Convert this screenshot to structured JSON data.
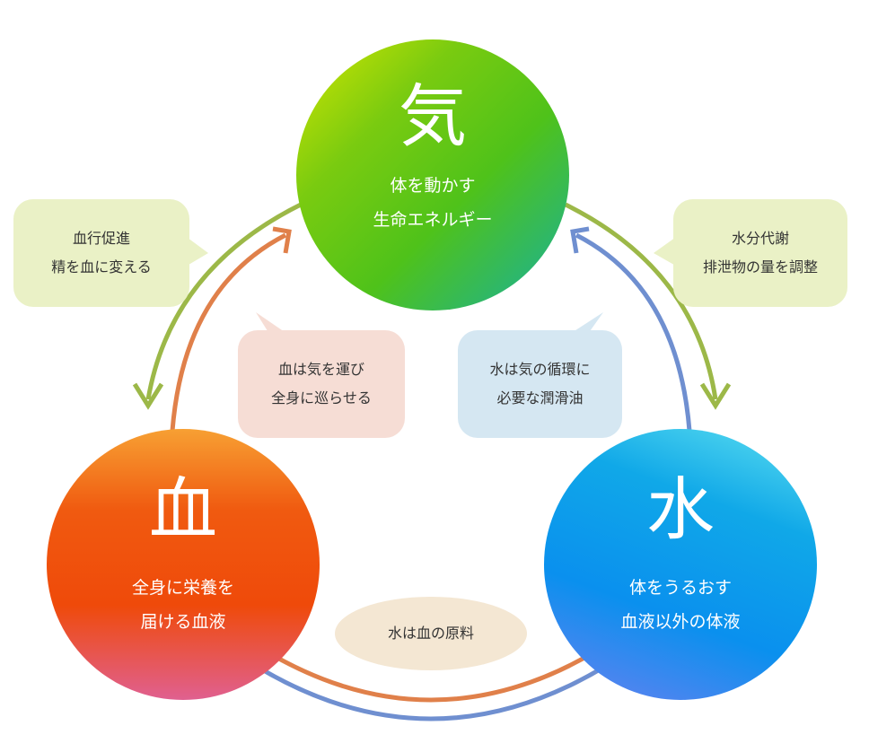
{
  "ki": {
    "title": "気",
    "lines": [
      "体を動かす",
      "生命エネルギー"
    ]
  },
  "ketsu": {
    "title": "血",
    "lines": [
      "全身に栄養を",
      "届ける血液"
    ]
  },
  "sui": {
    "title": "水",
    "lines": [
      "体をうるおす",
      "血液以外の体液"
    ]
  },
  "bubbles": {
    "ki_to_ketsu": [
      "血行促進",
      "精を血に変える"
    ],
    "ki_to_sui": [
      "水分代謝",
      "排泄物の量を調整"
    ],
    "ketsu_to_ki": [
      "血は気を運び",
      "全身に巡らせる"
    ],
    "sui_to_ki": [
      "水は気の循環に",
      "必要な潤滑油"
    ],
    "sui_to_ketsu": [
      "水は血の原料"
    ]
  },
  "colors": {
    "green_arrow": "#9cb848",
    "orange_arrow": "#e0804a",
    "blue_arrow": "#6f8fd0"
  }
}
